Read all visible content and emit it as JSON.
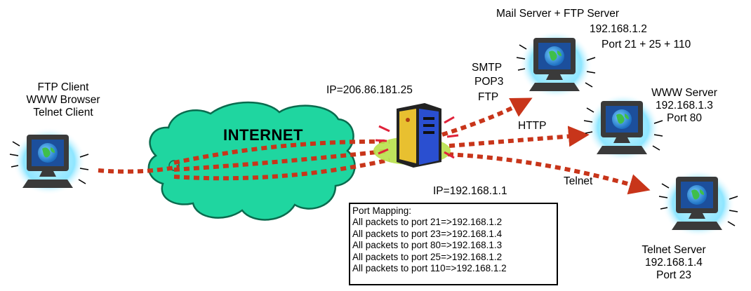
{
  "diagram": {
    "client": {
      "lines": [
        "FTP Client",
        "WWW Browser",
        "Telnet Client"
      ]
    },
    "cloud": {
      "label": "INTERNET"
    },
    "router": {
      "wan_ip": "IP=206.86.181.25",
      "lan_ip": "IP=192.168.1.1"
    },
    "protocols": {
      "smtp": "SMTP",
      "pop3": "POP3",
      "ftp": "FTP",
      "http": "HTTP",
      "telnet": "Telnet"
    },
    "mail_server": {
      "name": "Mail Server + FTP Server",
      "ip": "192.168.1.2",
      "ports": "Port 21 + 25 + 110"
    },
    "www_server": {
      "name": "WWW Server",
      "ip": "192.168.1.3",
      "ports": "Port 80"
    },
    "telnet_server": {
      "name": "Telnet Server",
      "ip": "192.168.1.4",
      "ports": "Port 23"
    },
    "port_mapping": {
      "title": "Port Mapping:",
      "rows": [
        "All packets to port 21=>192.168.1.2",
        "All packets to port 23=>192.168.1.4",
        "All packets to port 80=>192.168.1.3",
        "All packets to port 25=>192.168.1.2",
        "All packets to port 110=>192.168.1.2"
      ]
    },
    "colors": {
      "link": "#c8351a",
      "cloud": "#1fd6a0",
      "cloud_stroke": "#0a6b4e",
      "computer_glow": "#8fe6ff",
      "monitor": "#3a3a3a",
      "screen": "#2e8fd8",
      "router_body": "#e8c030",
      "router_panel": "#2a4fd0",
      "router_halo": "#b8e04a"
    }
  }
}
